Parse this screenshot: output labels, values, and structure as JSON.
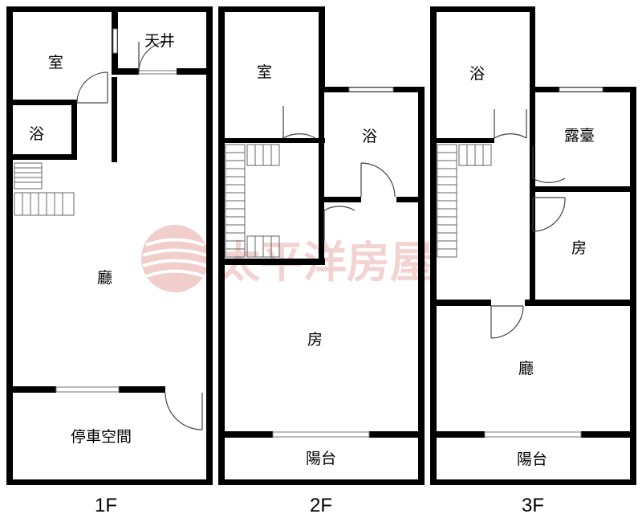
{
  "floors": [
    {
      "label": "1F",
      "rooms": [
        "室",
        "天井",
        "浴",
        "廳",
        "停車空間"
      ]
    },
    {
      "label": "2F",
      "rooms": [
        "室",
        "浴",
        "房",
        "陽台"
      ]
    },
    {
      "label": "3F",
      "rooms": [
        "浴",
        "露臺",
        "房",
        "廳",
        "陽台"
      ]
    }
  ],
  "watermark": {
    "text": "太平洋房屋",
    "color": "#c93b36"
  },
  "colors": {
    "wall": "#000000",
    "window": "#777777",
    "door_arc": "#444444",
    "background": "#ffffff"
  }
}
